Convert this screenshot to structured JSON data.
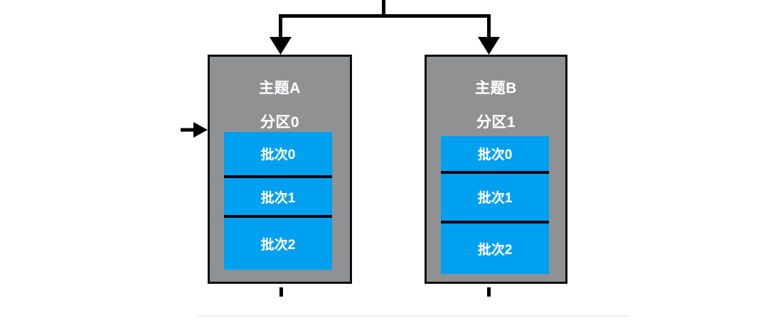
{
  "diagram": {
    "title": "Kafka topic partition batch diagram",
    "colors": {
      "box_fill": "#8f9193",
      "box_border": "#0d0d0d",
      "batch_fill": "#00a0f0",
      "batch_separator": "#050510",
      "text": "#ffffff",
      "connector": "#000000",
      "background": "#ffffff",
      "bottom_rule": "#f4f4f5"
    },
    "connectors": {
      "producer_stem_label": "producer-input-stem",
      "left_branch_label": "branch-to-topic-a",
      "right_branch_label": "branch-to-topic-b",
      "side_arrow_label": "side-input-arrow-topic-a",
      "bottom_stub_a_label": "consumer-stub-topic-a",
      "bottom_stub_b_label": "consumer-stub-topic-b"
    },
    "boxes": [
      {
        "id": "topic-a",
        "topic": "主题A",
        "partition": "分区0",
        "batches": [
          "批次0",
          "批次1",
          "批次2"
        ]
      },
      {
        "id": "topic-b",
        "topic": "主题B",
        "partition": "分区1",
        "batches": [
          "批次0",
          "批次1",
          "批次2"
        ]
      }
    ]
  }
}
